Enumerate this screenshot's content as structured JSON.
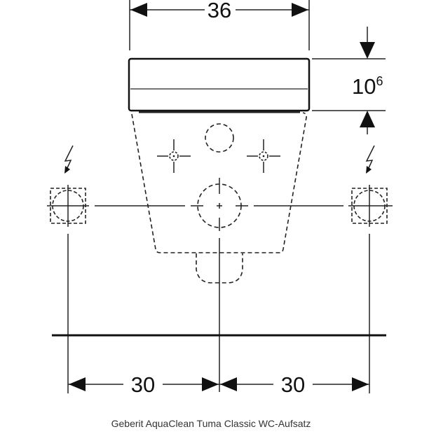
{
  "dimensions": {
    "width_top": "36",
    "height_right_base": "10",
    "height_right_sup": "6",
    "left_distance": "30",
    "right_distance": "30"
  },
  "caption": "Geberit AquaClean Tuma Classic WC-Aufsatz"
}
